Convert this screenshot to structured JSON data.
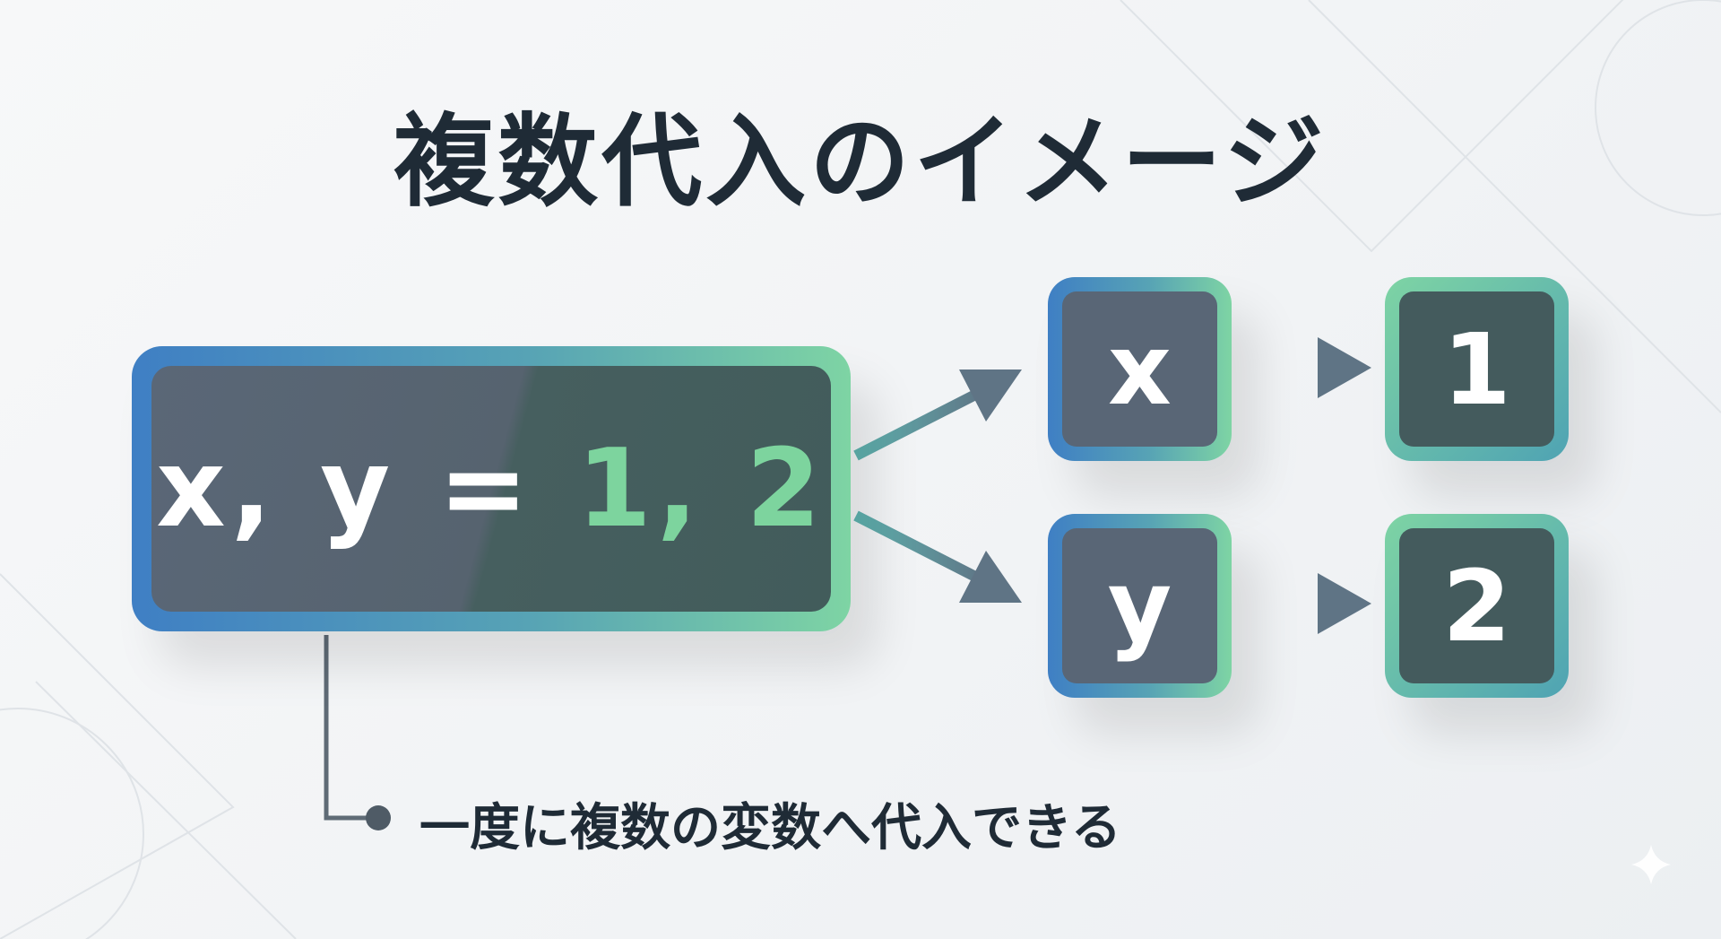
{
  "title": "複数代入のイメージ",
  "code": {
    "left": "x, y = ",
    "values": "1, 2"
  },
  "variables": [
    {
      "name": "x",
      "value": "1"
    },
    {
      "name": "y",
      "value": "2"
    }
  ],
  "caption": "一度に複数の変数へ代入できる",
  "colors": {
    "accent_blue": "#3f7fc4",
    "accent_green": "#7ed4a4",
    "box": "#56636f",
    "text": "#1f2b36"
  }
}
